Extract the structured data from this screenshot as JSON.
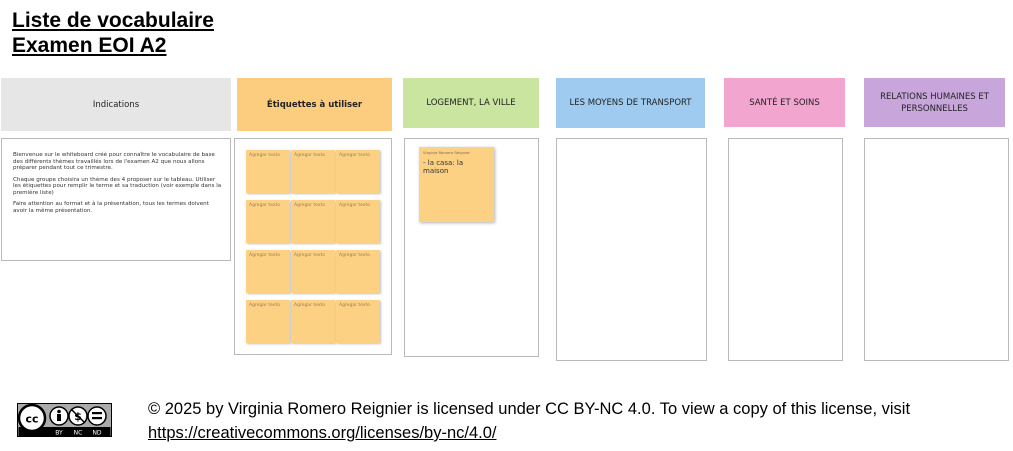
{
  "title": {
    "line1": "Liste de vocabulaire",
    "line2": "Examen EOI A2"
  },
  "columns": [
    {
      "label": "Indications",
      "color": "#e6e6e6"
    },
    {
      "label": "Étiquettes à utiliser",
      "color": "#fccd7f"
    },
    {
      "label": "LOGEMENT, LA VILLE",
      "color": "#c9e5a0"
    },
    {
      "label": "LES MOYENS DE TRANSPORT",
      "color": "#9ecbef"
    },
    {
      "label": "SANTÉ ET SOINS",
      "color": "#f1a5cf"
    },
    {
      "label": "RELATIONS HUMAINES ET PERSONNELLES",
      "color": "#c8a6dc"
    }
  ],
  "intro": {
    "p1": "Bienvenue sur le whiteboard créé pour connaître le vocabulaire de base des différents thèmes travaillés lors de l'examen A2 que nous allons préparer pendant tout ce trimestre.",
    "p2": "Chaque groupe choisira un thème des 4 proposer sur le tableau. Utiliser les étiquettes pour remplir le terme et sa traduction (voir exemple dans la première liste)",
    "p3": "Faire attention au format et à la présentation, tous les termes doivent avoir la même présentation."
  },
  "sticky_placeholder": "Agregar texto",
  "sticky_color": "#fdd184",
  "example_note": {
    "author": "Virginia Romero Reignier",
    "text": "- la casa: la maison"
  },
  "license": {
    "text": "© 2025 by Virginia Romero Reignier is licensed under CC BY-NC 4.0. To view a copy of this license, visit ",
    "link": "https://creativecommons.org/licenses/by-nc/4.0/",
    "badge_labels": [
      "BY",
      "NC",
      "ND"
    ]
  }
}
